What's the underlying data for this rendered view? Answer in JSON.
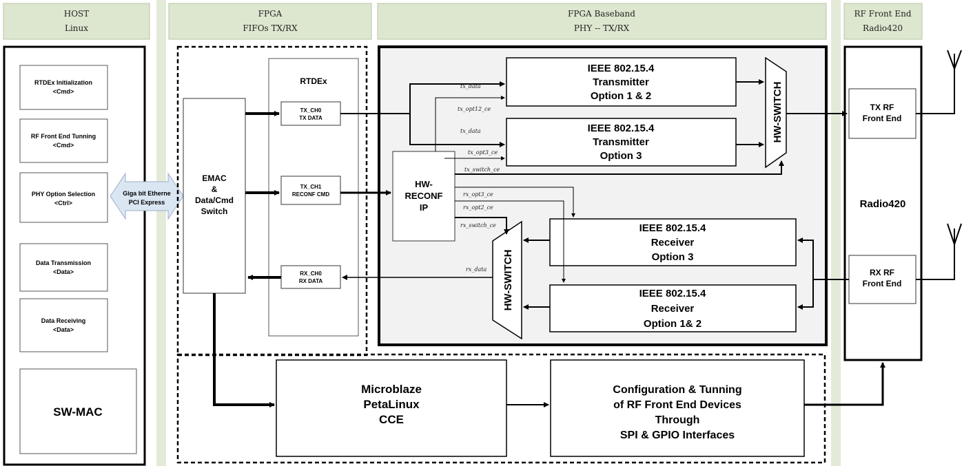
{
  "headers": {
    "host": [
      "HOST",
      "Linux"
    ],
    "fifo": [
      "FPGA",
      "FIFOs TX/RX"
    ],
    "baseband": [
      "FPGA Baseband",
      "PHY -- TX/RX"
    ],
    "rf": [
      "RF Front End",
      "Radio420"
    ]
  },
  "host_boxes": {
    "rtdex_init": [
      "RTDEx Initialization",
      "<Cmd>"
    ],
    "rf_tuning": [
      "RF Front End Tunning",
      "<Cmd>"
    ],
    "phy_option": [
      "PHY Option Selection",
      "<Ctrl>"
    ],
    "data_tx": [
      "Data Transmission",
      "<Data>"
    ],
    "data_rx": [
      "Data Receiving",
      "<Data>"
    ],
    "swmac": [
      "SW-MAC"
    ]
  },
  "pcie": [
    "Giga bit Etherne",
    "PCI Express"
  ],
  "emac": [
    "EMAC",
    "&",
    "Data/Cmd",
    "Switch"
  ],
  "rtdex": {
    "title": "RTDEx",
    "tx_ch0": [
      "TX_CH0",
      "TX DATA"
    ],
    "tx_ch1": [
      "TX_CH1",
      "RECONF CMD"
    ],
    "rx_ch0": [
      "RX_CH0",
      "RX DATA"
    ]
  },
  "hw_reconf": [
    "HW-",
    "RECONF",
    "IP"
  ],
  "transmitter_12": [
    "IEEE 802.15.4",
    "Transmitter",
    "Option 1 & 2"
  ],
  "transmitter_3": [
    "IEEE 802.15.4",
    "Transmitter",
    "Option 3"
  ],
  "receiver_3": [
    "IEEE 802.15.4",
    "Receiver",
    "Option 3"
  ],
  "receiver_12": [
    "IEEE 802.15.4",
    "Receiver",
    "Option 1& 2"
  ],
  "hw_switch": "HW-SWITCH",
  "signals": {
    "tx_data_1": "tx_data",
    "tx_opt12_ce": "tx_opt12_ce",
    "tx_data_2": "tx_data",
    "tx_opt3_ce": "tx_opt3_ce",
    "tx_switch_ce": "tx_switch_ce",
    "rx_opt3_ce": "rx_opt3_ce",
    "rx_opt2_ce": "rx_opt2_ce",
    "rx_switch_ce": "rx_switch_ce",
    "rx_data": "rx_data"
  },
  "radio": {
    "title": "Radio420",
    "tx_rf": [
      "TX RF",
      "Front End"
    ],
    "rx_rf": [
      "RX RF",
      "Front End"
    ]
  },
  "microblaze": [
    "Microblaze",
    "PetaLinux",
    "CCE"
  ],
  "config": [
    "Configuration & Tunning",
    "of RF Front End Devices",
    "Through",
    "SPI & GPIO Interfaces"
  ]
}
